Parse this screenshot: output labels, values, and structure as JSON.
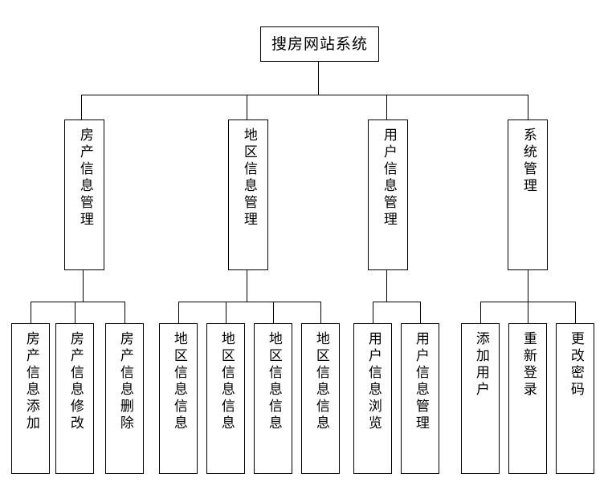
{
  "diagram": {
    "title": "搜房网站系统",
    "type": "hierarchy-tree",
    "orientation": "top-down",
    "text_direction": "vertical",
    "colors": {
      "background": "#ffffff",
      "stroke": "#000000",
      "text": "#000000"
    }
  },
  "root": {
    "label": "搜房网站系统"
  },
  "branches": [
    {
      "id": "property-info-management",
      "label": "房产信息管理",
      "children": [
        {
          "id": "property-info-add",
          "label": "房产信息添加"
        },
        {
          "id": "property-info-edit",
          "label": "房产信息修改"
        },
        {
          "id": "property-info-delete",
          "label": "房产信息删除"
        }
      ]
    },
    {
      "id": "region-info-management",
      "label": "地区信息管理",
      "children": [
        {
          "id": "region-info-1",
          "label": "地区信息信息"
        },
        {
          "id": "region-info-2",
          "label": "地区信息信息"
        },
        {
          "id": "region-info-3",
          "label": "地区信息信息"
        },
        {
          "id": "region-info-4",
          "label": "地区信息信息"
        }
      ]
    },
    {
      "id": "user-info-management",
      "label": "用户信息管理",
      "children": [
        {
          "id": "user-info-browse",
          "label": "用户信息浏览"
        },
        {
          "id": "user-info-manage",
          "label": "用户信息管理"
        }
      ]
    },
    {
      "id": "system-management",
      "label": "系统管理",
      "children": [
        {
          "id": "add-user",
          "label": "添加用户"
        },
        {
          "id": "relogin",
          "label": "重新登录"
        },
        {
          "id": "change-password",
          "label": "更改密码"
        }
      ]
    }
  ]
}
